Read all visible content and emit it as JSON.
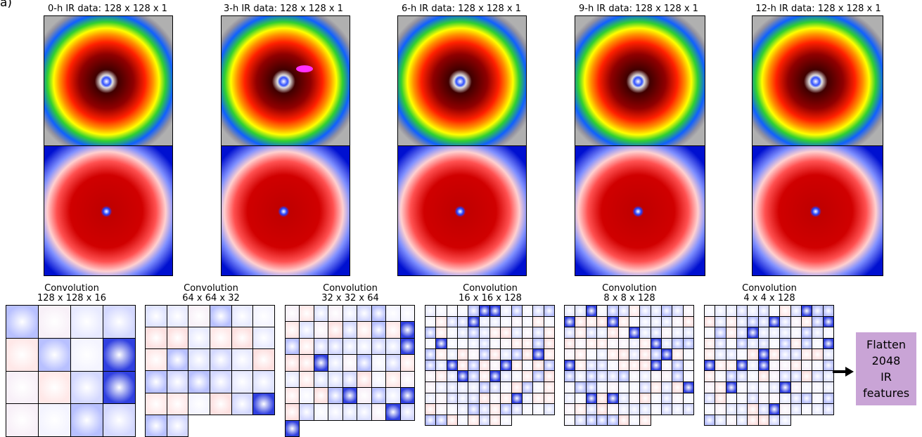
{
  "panel_label": "a)",
  "ir_panels": [
    {
      "title": "0-h IR data: 128 x 128 x 1"
    },
    {
      "title": "3-h IR data: 128 x 128 x 1"
    },
    {
      "title": "6-h IR data: 128 x 128 x 1"
    },
    {
      "title": "9-h IR data: 128 x 128 x 1"
    },
    {
      "title": "12-h IR data: 128 x 128 x 1"
    }
  ],
  "conv_layers": [
    {
      "line1": "Convolution",
      "line2": "128 x 128 x 16"
    },
    {
      "line1": "Convolution",
      "line2": "64 x 64 x 32"
    },
    {
      "line1": "Convolution",
      "line2": "32 x 32 x 64"
    },
    {
      "line1": "Convolution",
      "line2": "16 x 16 x 128"
    },
    {
      "line1": "Convolution",
      "line2": "8 x 8 x 128"
    },
    {
      "line1": "Convolution",
      "line2": "4 x 4 x 128"
    }
  ],
  "flatten": {
    "line1": "Flatten",
    "line2": "2048",
    "line3": "IR",
    "line4": "features"
  }
}
